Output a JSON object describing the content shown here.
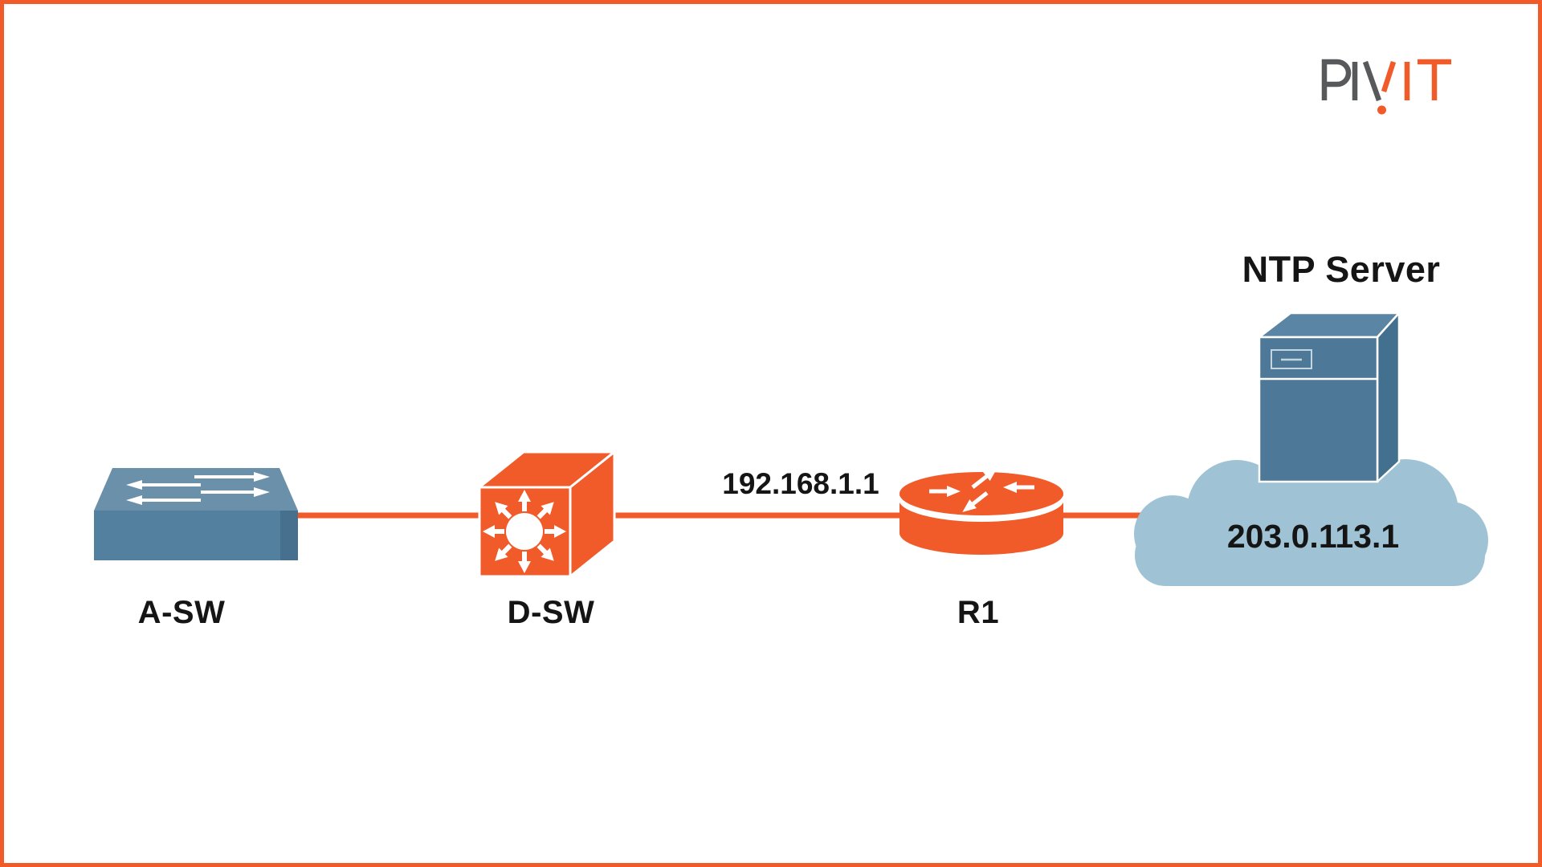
{
  "brand": {
    "name": "PIVIT"
  },
  "diagram": {
    "devices": [
      {
        "label": "A-SW",
        "type": "workgroup-switch"
      },
      {
        "label": "D-SW",
        "type": "multilayer-switch"
      },
      {
        "label": "R1",
        "type": "router"
      },
      {
        "label": "NTP Server",
        "type": "server-in-cloud",
        "address": "203.0.113.1"
      }
    ],
    "links": [
      {
        "from": "A-SW",
        "to": "D-SW"
      },
      {
        "from": "D-SW",
        "to": "R1",
        "label": "192.168.1.1"
      },
      {
        "from": "R1",
        "to": "NTP Server cloud"
      }
    ],
    "colors": {
      "accent_orange": "#f15a29",
      "switch_blue_front": "#54809f",
      "switch_blue_top": "#6b90aa",
      "cloud_blue": "#9fc3d4",
      "server_blue": "#4d7898",
      "logo_gray": "#58595b",
      "label_text": "#151515"
    }
  }
}
